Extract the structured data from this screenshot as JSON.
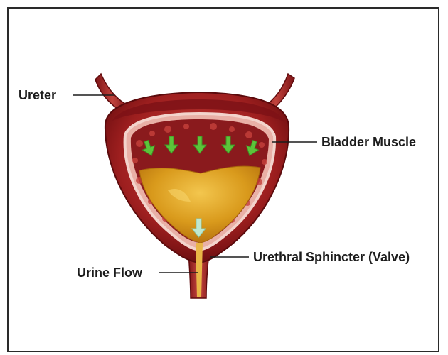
{
  "labels": {
    "ureter": "Ureter",
    "bladder_muscle": "Bladder Muscle",
    "urethral_sphincter": "Urethral Sphincter (Valve)",
    "urine_flow": "Urine Flow"
  },
  "colors": {
    "frame_border": "#2a2a2a",
    "bladder_outer": "#8e1b1b",
    "bladder_wall": "#b52a27",
    "bladder_inner": "#6e0f12",
    "urine": "#d89a1a",
    "urine_highlight": "#f0c24a",
    "arrow_green": "#5cc43a",
    "arrow_pale": "#bfe8cf",
    "label_text": "#1c1c1c"
  },
  "icons": {
    "contraction_arrows": "down-arrow-icon",
    "flow_arrow": "down-arrow-icon"
  }
}
